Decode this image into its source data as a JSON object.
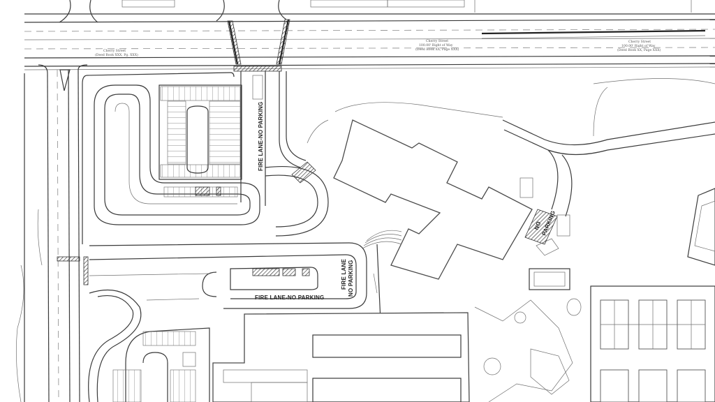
{
  "labels": {
    "fire_lane_vertical": "FIRE LANE-NO PARKING",
    "fire_lane_bottom": "FIRE LANE-NO PARKING",
    "fire_lane_stack_1": "FIRE LANE",
    "fire_lane_stack_2": "NO PARKING",
    "no_parking_1": "NO",
    "no_parking_2": "PARKING"
  },
  "street_notes": {
    "center": [
      "Cherry Street",
      "100.00' Right of Way",
      "(Deed Book XX, Page XXX)"
    ],
    "right": [
      "Cherry Street",
      "100.00' Right of Way",
      "(Deed Book XX, Page XXX)"
    ],
    "left": [
      "Cherry Street",
      "(Deed Book XXX, Pg. XXX)"
    ]
  },
  "colors": {
    "linework": "#3a3a3a",
    "background": "#ffffff",
    "hatch": "#333333"
  }
}
